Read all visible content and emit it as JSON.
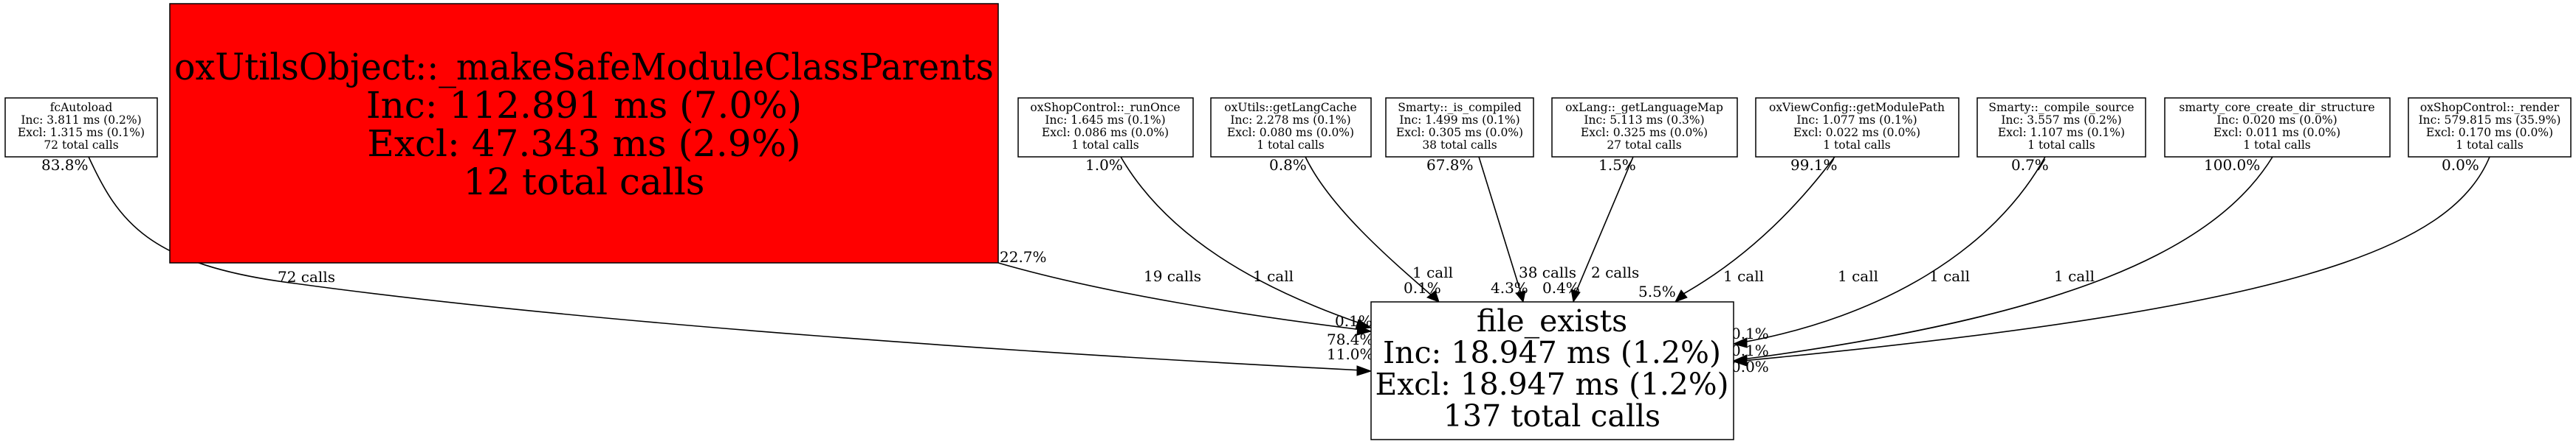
{
  "graph": {
    "type": "call-graph",
    "target": {
      "id": "file_exists",
      "name": "file_exists",
      "inc": "Inc: 18.947 ms (1.2%)",
      "excl": "Excl: 18.947 ms (1.2%)",
      "calls": "137 total calls"
    },
    "highlight_color": "#ff0000",
    "callers": [
      {
        "id": "fcAutoload",
        "name": "fcAutoload",
        "inc": "Inc: 3.811 ms (0.2%)",
        "excl": "Excl: 1.315 ms (0.1%)",
        "calls": "72 total calls",
        "src_pct": "83.8%",
        "edge_calls": "72 calls",
        "dst_pct": "11.0%"
      },
      {
        "id": "makeSafe",
        "name": "oxUtilsObject::_makeSafeModuleClassParents",
        "inc": "Inc: 112.891 ms (7.0%)",
        "excl": "Excl: 47.343 ms (2.9%)",
        "calls": "12 total calls",
        "src_pct": "22.7%",
        "edge_calls": "19 calls",
        "dst_pct": "78.4%",
        "highlighted": true
      },
      {
        "id": "runOnce",
        "name": "oxShopControl::_runOnce",
        "inc": "Inc: 1.645 ms (0.1%)",
        "excl": "Excl: 0.086 ms (0.0%)",
        "calls": "1 total calls",
        "src_pct": "1.0%",
        "edge_calls": "1 call",
        "dst_pct": "0.1%"
      },
      {
        "id": "getLangCache",
        "name": "oxUtils::getLangCache",
        "inc": "Inc: 2.278 ms (0.1%)",
        "excl": "Excl: 0.080 ms (0.0%)",
        "calls": "1 total calls",
        "src_pct": "0.8%",
        "edge_calls": "1 call",
        "dst_pct": "0.1%"
      },
      {
        "id": "isCompiled",
        "name": "Smarty::_is_compiled",
        "inc": "Inc: 1.499 ms (0.1%)",
        "excl": "Excl: 0.305 ms (0.0%)",
        "calls": "38 total calls",
        "src_pct": "67.8%",
        "edge_calls": "38 calls",
        "dst_pct": "4.3%"
      },
      {
        "id": "getLanguageMap",
        "name": "oxLang::_getLanguageMap",
        "inc": "Inc: 5.113 ms (0.3%)",
        "excl": "Excl: 0.325 ms (0.0%)",
        "calls": "27 total calls",
        "src_pct": "1.5%",
        "edge_calls": "2 calls",
        "dst_pct": "0.4%"
      },
      {
        "id": "getModulePath",
        "name": "oxViewConfig::getModulePath",
        "inc": "Inc: 1.077 ms (0.1%)",
        "excl": "Excl: 0.022 ms (0.0%)",
        "calls": "1 total calls",
        "src_pct": "99.1%",
        "edge_calls": "1 call",
        "dst_pct": "5.5%"
      },
      {
        "id": "compileSource",
        "name": "Smarty::_compile_source",
        "inc": "Inc: 3.557 ms (0.2%)",
        "excl": "Excl: 1.107 ms (0.1%)",
        "calls": "1 total calls",
        "src_pct": "0.7%",
        "edge_calls": "1 call",
        "dst_pct": "0.1%"
      },
      {
        "id": "createDir",
        "name": "smarty_core_create_dir_structure",
        "inc": "Inc: 0.020 ms (0.0%)",
        "excl": "Excl: 0.011 ms (0.0%)",
        "calls": "1 total calls",
        "src_pct": "100.0%",
        "edge_calls": "1 call",
        "dst_pct": "0.1%"
      },
      {
        "id": "render",
        "name": "oxShopControl::_render",
        "inc": "Inc: 579.815 ms (35.9%)",
        "excl": "Excl: 0.170 ms (0.0%)",
        "calls": "1 total calls",
        "src_pct": "0.0%",
        "edge_calls": "1 call",
        "dst_pct": "0.0%"
      }
    ]
  }
}
